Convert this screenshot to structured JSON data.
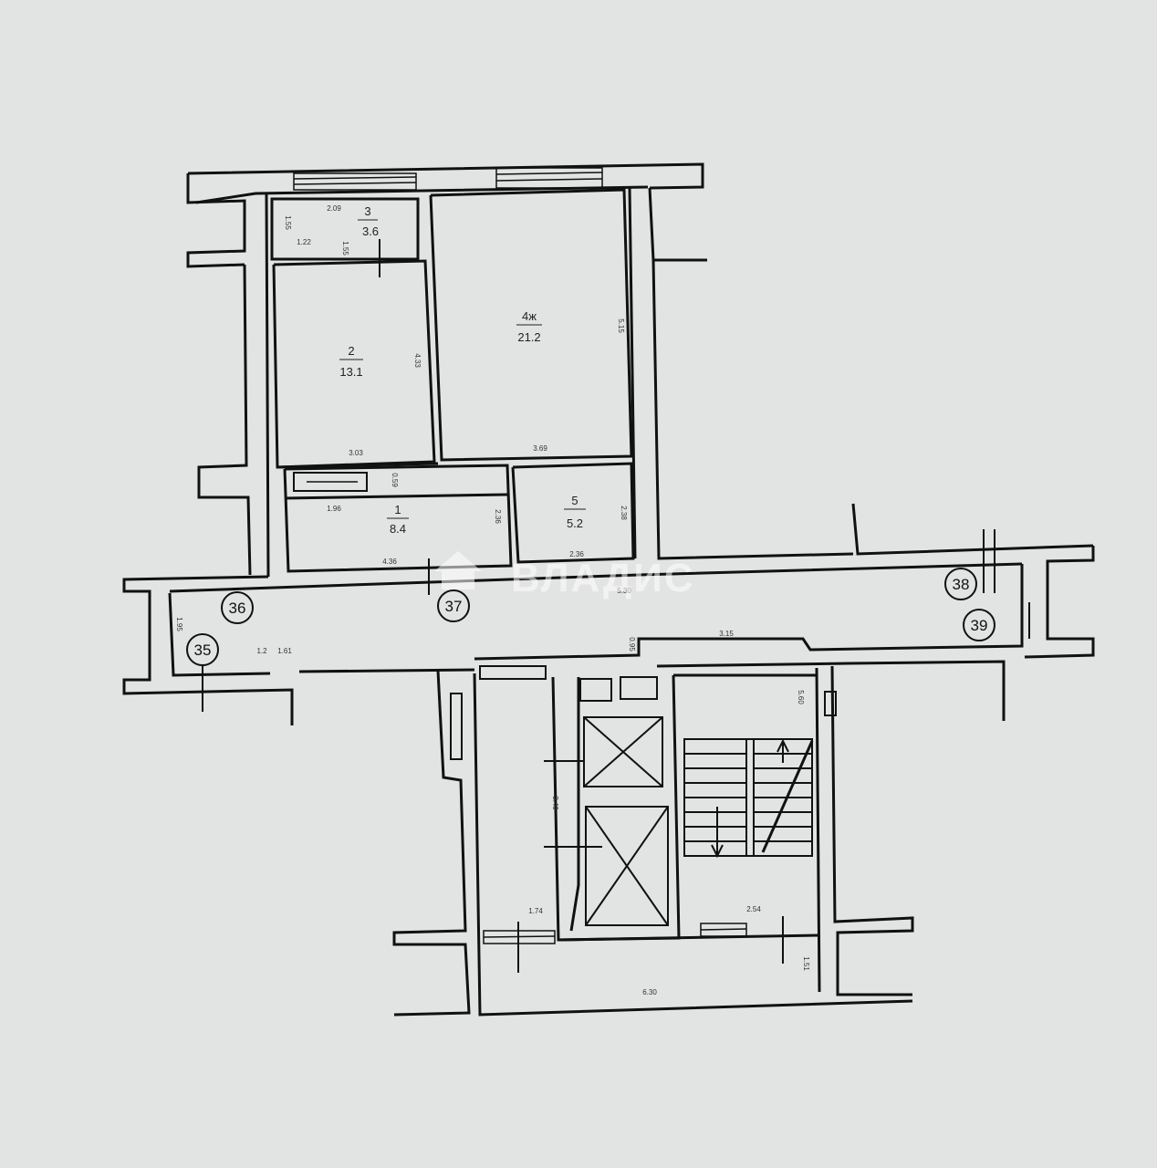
{
  "watermark": "ВЛАДИС",
  "rooms": [
    {
      "id": "3",
      "number": "3",
      "area": "3.6"
    },
    {
      "id": "2",
      "number": "2",
      "area": "13.1"
    },
    {
      "id": "4",
      "number": "4ж",
      "area": "21.2"
    },
    {
      "id": "1",
      "number": "1",
      "area": "8.4"
    },
    {
      "id": "5",
      "number": "5",
      "area": "5.2"
    }
  ],
  "dimensions": [
    "2.09",
    "1.22",
    "1.55",
    "1.55",
    "4.33",
    "3.03",
    "5.15",
    "3.69",
    "1.96",
    "0.59",
    "2.36",
    "2.38",
    "4.36",
    "2.36",
    "5.30",
    "3.15",
    "0.95",
    "1.95",
    "1.2",
    "1.61",
    "5.60",
    "3.40",
    "1.74",
    "2.54",
    "1.51",
    "6.30"
  ],
  "unit_markers": [
    "35",
    "36",
    "37",
    "38",
    "39"
  ]
}
